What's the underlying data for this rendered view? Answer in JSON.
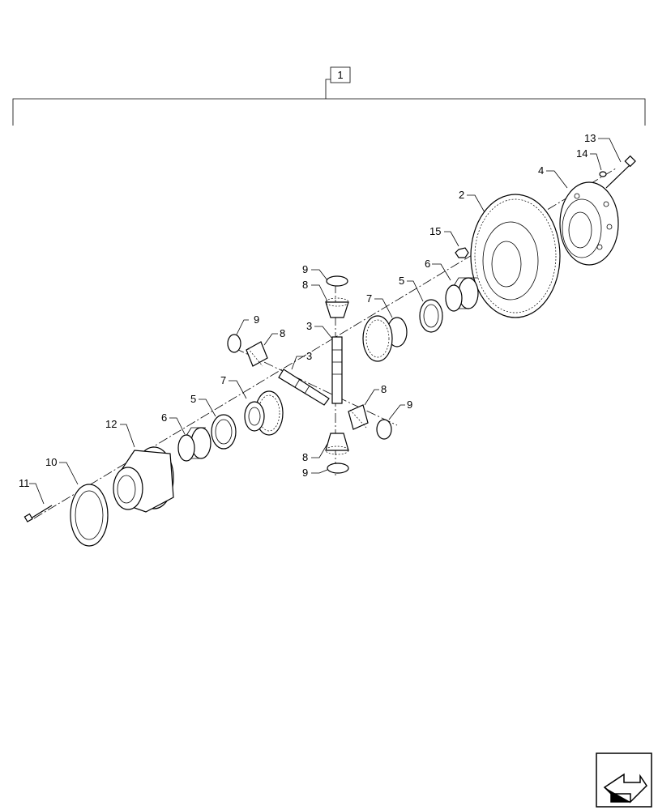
{
  "diagram": {
    "assembly_label": "1",
    "callouts": {
      "c2": "2",
      "c3a": "3",
      "c3b": "3",
      "c4": "4",
      "c5a": "5",
      "c5b": "5",
      "c6a": "6",
      "c6b": "6",
      "c7a": "7",
      "c7b": "7",
      "c8a": "8",
      "c8b": "8",
      "c8c": "8",
      "c8d": "8",
      "c9a": "9",
      "c9b": "9",
      "c9c": "9",
      "c9d": "9",
      "c10": "10",
      "c11": "11",
      "c12": "12",
      "c13": "13",
      "c14": "14",
      "c15": "15"
    },
    "nav_icon": "direction-arrow-icon"
  }
}
